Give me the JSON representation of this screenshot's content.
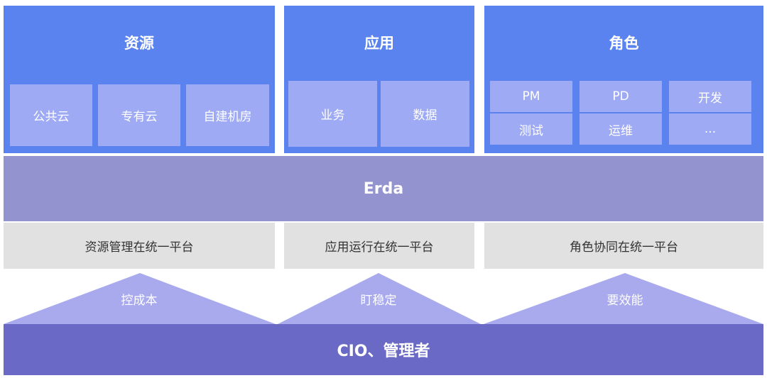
{
  "panels": [
    {
      "title": "资源",
      "items": [
        "公共云",
        "专有云",
        "自建机房"
      ]
    },
    {
      "title": "应用",
      "items": [
        "业务",
        "数据"
      ]
    },
    {
      "title": "角色",
      "items": [
        "PM",
        "PD",
        "开发",
        "测试",
        "运维",
        "..."
      ]
    }
  ],
  "erda_label": "Erda",
  "platform_labels": [
    "资源管理在统一平台",
    "应用运行在统一平台",
    "角色协同在统一平台"
  ],
  "goals": [
    "控成本",
    "盯稳定",
    "要效能"
  ],
  "base_label": "CIO、管理者",
  "colors": {
    "panel": "#5b83ef",
    "tile": "#9eaaf4",
    "erda_band": "#7878c4",
    "platform_band": "#e1e1e1",
    "triangle": "#a9a9ee",
    "base": "#6a6ac6"
  }
}
